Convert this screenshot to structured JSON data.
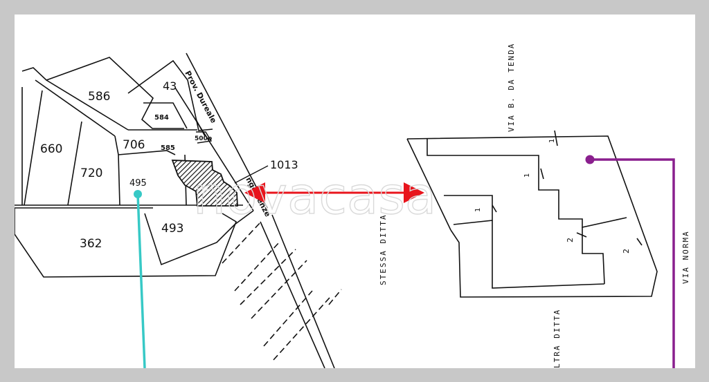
{
  "map": {
    "parcels": {
      "p586": "586",
      "p43": "43",
      "p584": "584",
      "p660": "660",
      "p706": "706",
      "p585": "585",
      "p500": "500p",
      "p720": "720",
      "p495": "495",
      "p1013": "1013",
      "p362": "362",
      "p493": "493"
    },
    "road_labels": {
      "prov_top": "Prov. Dureale",
      "prov_bottom": "ngottenze"
    },
    "plan_labels": {
      "via_tenda": "VIA  B. DA TENDA",
      "via_norma": "VIA  NORMA",
      "stessa_ditta": "STESSA  DITTA",
      "altra_ditta": "LTRA  DITTA"
    },
    "plan_marks": {
      "m1a": "1",
      "m1b": "1",
      "m1c": "1",
      "m2a": "2",
      "m2b": "2"
    },
    "watermark": "novacasa",
    "colors": {
      "arrow": "#e8141c",
      "cyan_line": "#37c9c6",
      "purple_line": "#8a1f8e"
    }
  }
}
